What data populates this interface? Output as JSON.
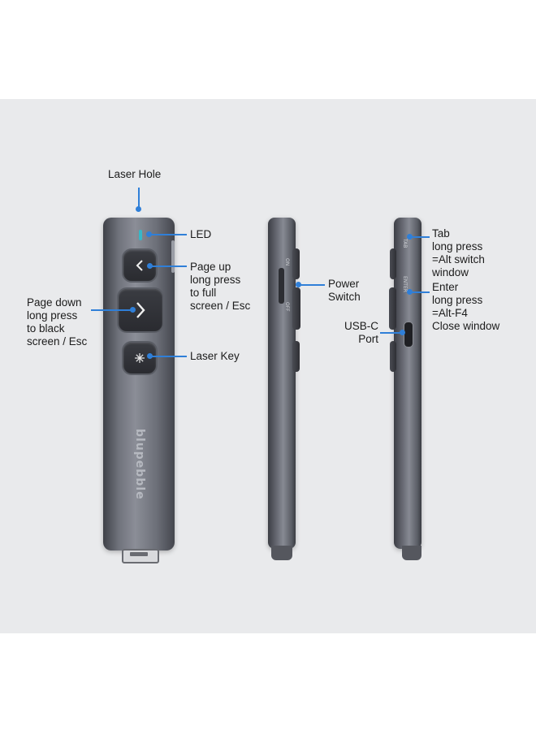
{
  "labels": {
    "laser_hole": "Laser Hole",
    "led": "LED",
    "page_up": [
      "Page up",
      "long press",
      "to full",
      "screen / Esc"
    ],
    "page_down": [
      "Page down",
      "long press",
      "to black",
      "screen / Esc"
    ],
    "laser_key": "Laser Key",
    "power_switch": [
      "Power",
      "Switch"
    ],
    "usb_c": [
      "USB-C",
      "Port"
    ],
    "tab": [
      "Tab",
      "long press",
      "=Alt switch",
      "window"
    ],
    "enter": [
      "Enter",
      "long press",
      "=Alt-F4",
      "Close window"
    ]
  },
  "device": {
    "brand": "blupebble",
    "switch_on": "ON",
    "switch_off": "OFF",
    "tab_mark": "TAB",
    "enter_mark": "ENTER"
  },
  "colors": {
    "accent": "#2f7fd8",
    "panel": "#e9eaec",
    "device": "#7a7d86"
  }
}
